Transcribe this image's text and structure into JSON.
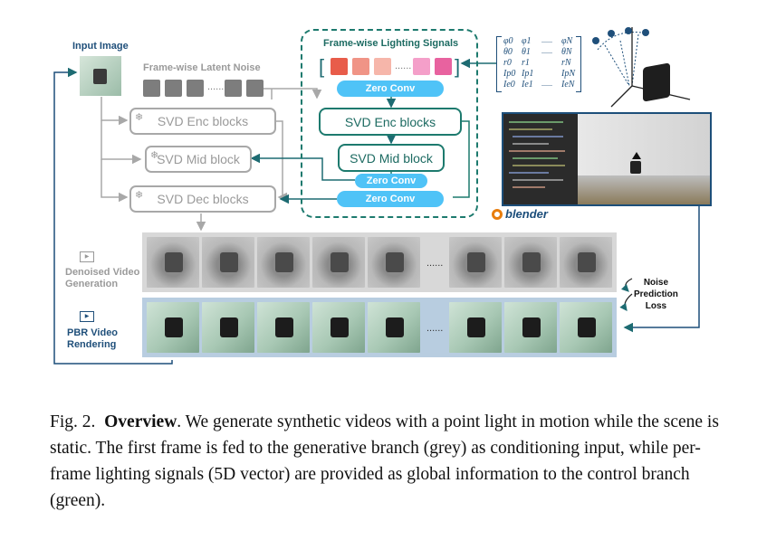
{
  "labels": {
    "input_image": "Input Image",
    "latent_noise": "Frame-wise Latent Noise",
    "lighting_signals": "Frame-wise Lighting Signals",
    "denoised": "Denoised Video\nGeneration",
    "pbr": "PBR Video\nRendering",
    "loss": "Noise\nPrediction\nLoss",
    "blender": "blender",
    "ellipsis": "......"
  },
  "blocks": {
    "svd_enc_grey": "SVD Enc blocks",
    "svd_mid_grey": "SVD Mid block",
    "svd_dec_grey": "SVD Dec blocks",
    "svd_enc_green": "SVD Enc blocks",
    "svd_mid_green": "SVD Mid block",
    "zero_conv_1": "Zero Conv",
    "zero_conv_2": "Zero Conv",
    "zero_conv_3": "Zero Conv",
    "star": "❄"
  },
  "matrix": {
    "rows": [
      [
        "φ0",
        "φ1",
        "......",
        "φN"
      ],
      [
        "θ0",
        "θ1",
        "......",
        "θN"
      ],
      [
        "r0",
        "r1",
        "",
        "rN"
      ],
      [
        "Ip0",
        "Ip1",
        "",
        "IpN"
      ],
      [
        "Ie0",
        "Ie1",
        "......",
        "IeN"
      ]
    ]
  },
  "signal_colors": [
    "#e85c4a",
    "#f09486",
    "#f6b6aa",
    "#f49fc9",
    "#e8629f"
  ],
  "caption": {
    "fig": "Fig. 2.",
    "title": "Overview",
    "text": ". We generate synthetic videos with a point light in motion while the scene is static. The first frame is fed to the generative branch (grey) as conditioning input, while per-frame lighting signals (5D vector) are provided as global information to the control branch (green)."
  }
}
